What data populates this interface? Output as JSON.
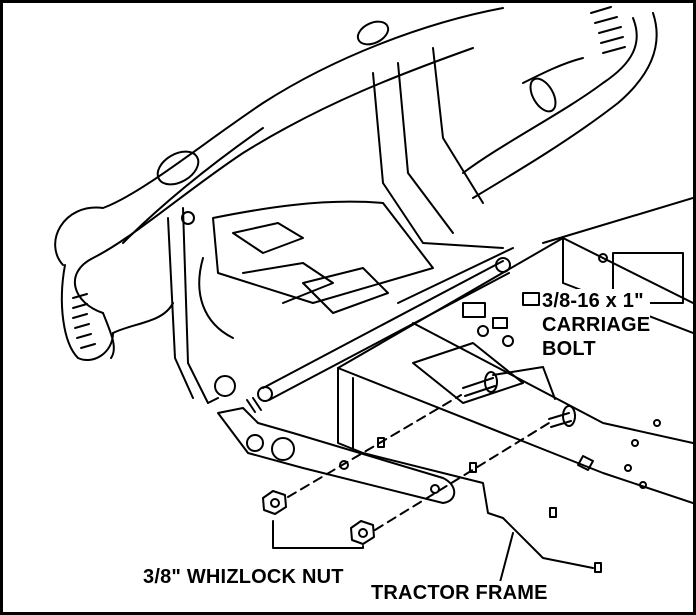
{
  "labels": {
    "carriage_bolt": [
      "3/8-16 x 1\"",
      "CARRIAGE",
      "BOLT"
    ],
    "whizlock_nut": "3/8\" WHIZLOCK NUT",
    "tractor_frame": "TRACTOR FRAME"
  },
  "colors": {
    "line": "#000000",
    "background": "#ffffff",
    "frame_border": "#000000"
  }
}
